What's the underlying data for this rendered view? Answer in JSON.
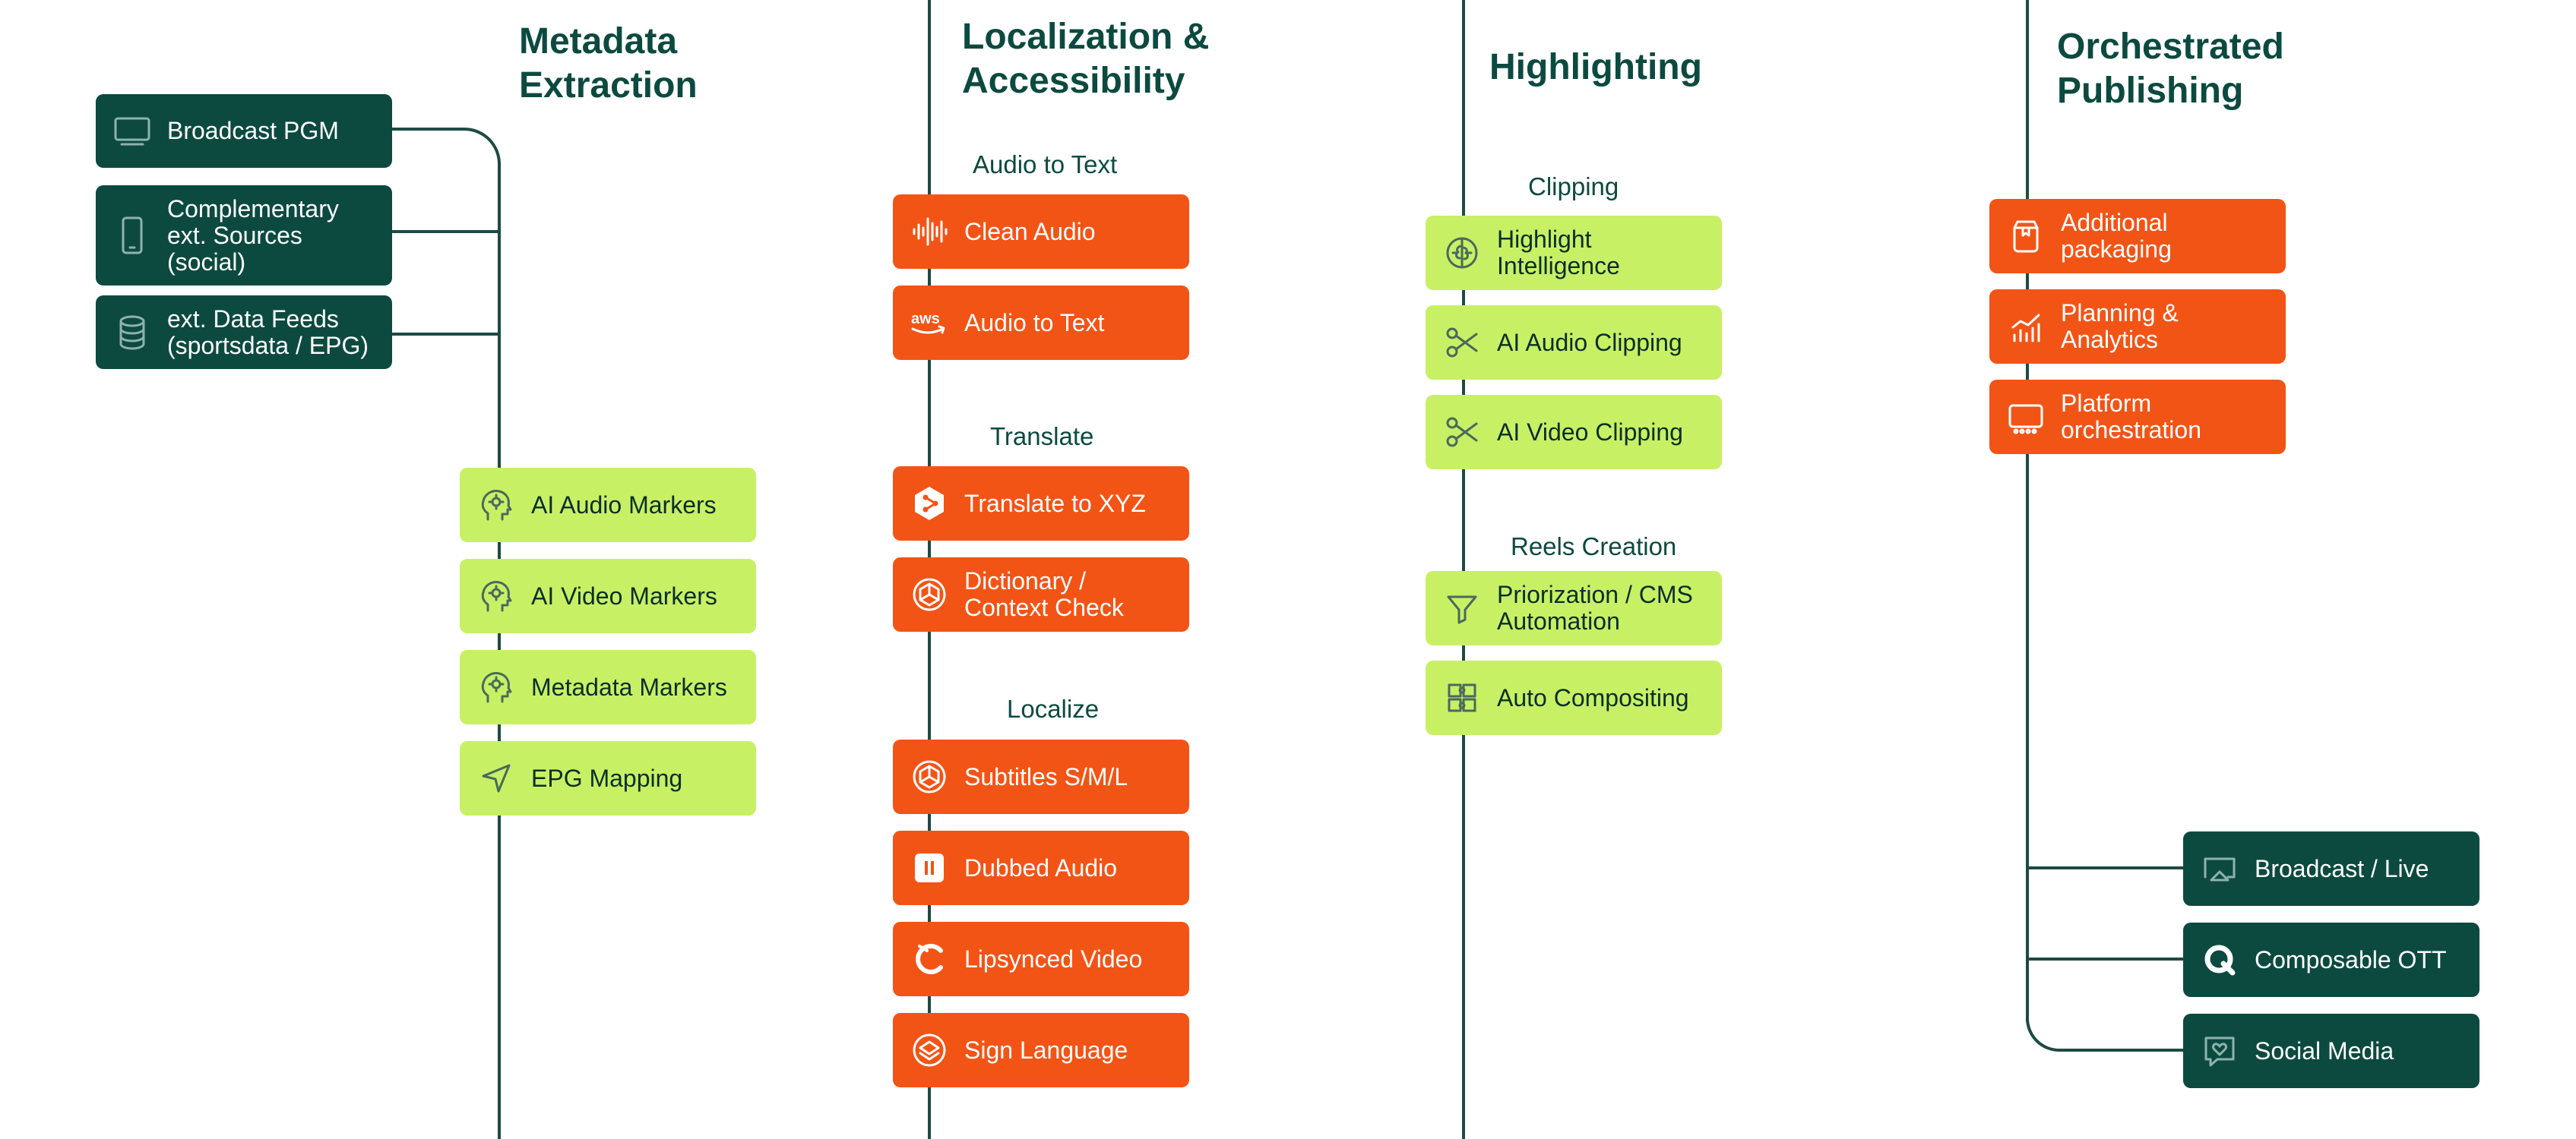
{
  "columns": {
    "metadata": {
      "title": "Metadata\nExtraction",
      "sources": [
        {
          "label": "Broadcast PGM",
          "icon": "monitor-icon"
        },
        {
          "label": "Complementary\next. Sources\n(social)",
          "icon": "phone-icon"
        },
        {
          "label": "ext. Data Feeds\n(sportsdata / EPG)",
          "icon": "database-icon"
        }
      ],
      "items": [
        {
          "label": "AI Audio Markers",
          "icon": "ai-head-icon"
        },
        {
          "label": "AI Video Markers",
          "icon": "ai-head-icon"
        },
        {
          "label": "Metadata Markers",
          "icon": "ai-head-icon"
        },
        {
          "label": "EPG Mapping",
          "icon": "navigation-arrow-icon"
        }
      ]
    },
    "localization": {
      "title": "Localization &\nAccessibility",
      "groups": [
        {
          "title": "Audio to Text",
          "items": [
            {
              "label": "Clean Audio",
              "icon": "waveform-icon"
            },
            {
              "label": "Audio to Text",
              "icon": "aws-logo-icon"
            }
          ]
        },
        {
          "title": "Translate",
          "items": [
            {
              "label": "Translate to XYZ",
              "icon": "deepl-logo-icon"
            },
            {
              "label": "Dictionary /\nContext Check",
              "icon": "openai-logo-icon"
            }
          ]
        },
        {
          "title": "Localize",
          "items": [
            {
              "label": "Subtitles S/M/L",
              "icon": "openai-logo-icon"
            },
            {
              "label": "Dubbed Audio",
              "icon": "elevenlabs-logo-icon"
            },
            {
              "label": "Lipsynced Video",
              "icon": "c-logo-icon"
            },
            {
              "label": "Sign Language",
              "icon": "sign-language-logo-icon"
            }
          ]
        }
      ]
    },
    "highlighting": {
      "title": "Highlighting",
      "groups": [
        {
          "title": "Clipping",
          "items": [
            {
              "label": "Highlight\nIntelligence",
              "icon": "brain-icon"
            },
            {
              "label": "AI Audio Clipping",
              "icon": "scissors-icon"
            },
            {
              "label": "AI Video Clipping",
              "icon": "scissors-icon"
            }
          ]
        },
        {
          "title": "Reels Creation",
          "items": [
            {
              "label": "Priorization / CMS\nAutomation",
              "icon": "funnel-icon"
            },
            {
              "label": "Auto Compositing",
              "icon": "puzzle-icon"
            }
          ]
        }
      ]
    },
    "publishing": {
      "title": "Orchestrated\nPublishing",
      "items": [
        {
          "label": "Additional\npackaging",
          "icon": "package-icon"
        },
        {
          "label": "Planning &\nAnalytics",
          "icon": "analytics-icon"
        },
        {
          "label": "Platform\norchestration",
          "icon": "orchestration-icon"
        }
      ],
      "outputs": [
        {
          "label": "Broadcast / Live",
          "icon": "cast-icon"
        },
        {
          "label": "Composable OTT",
          "icon": "q-logo-icon"
        },
        {
          "label": "Social Media",
          "icon": "chat-heart-icon"
        }
      ]
    }
  },
  "colors": {
    "dark": "#0c4a40",
    "orange": "#f25416",
    "green": "#c8f065",
    "line": "#1e4a44"
  }
}
